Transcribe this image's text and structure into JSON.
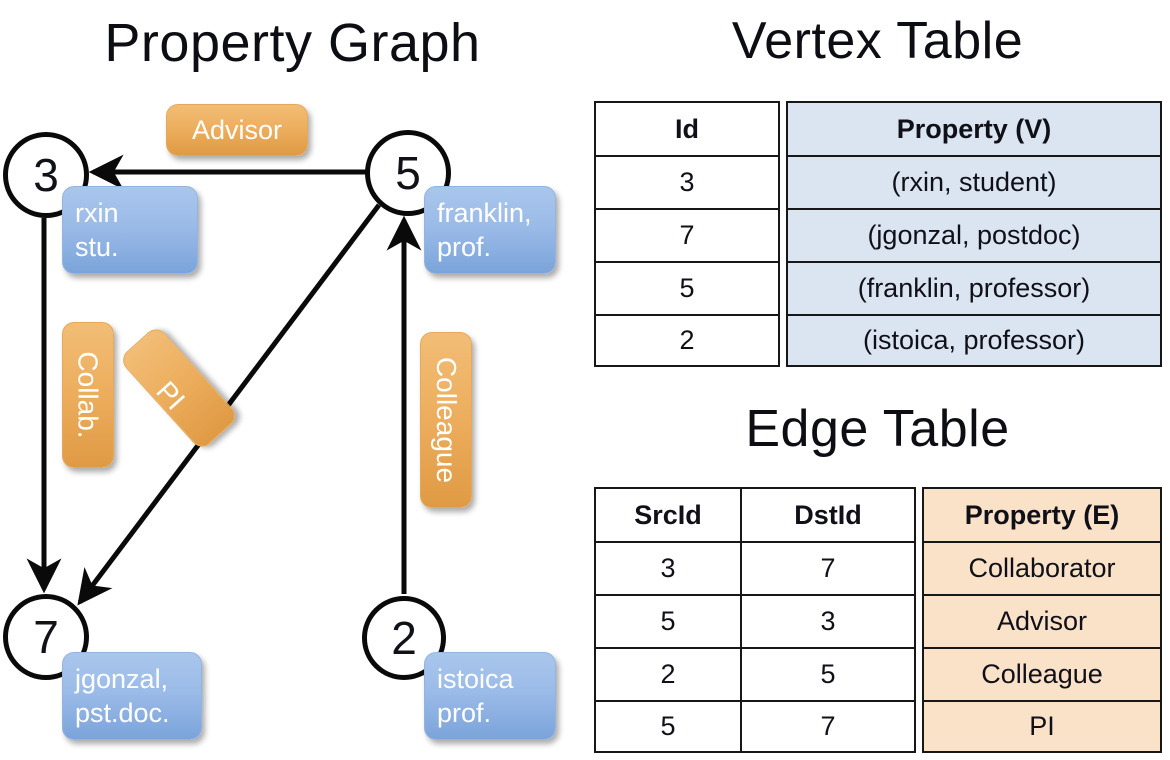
{
  "titles": {
    "property_graph": "Property Graph",
    "vertex_table": "Vertex Table",
    "edge_table": "Edge Table"
  },
  "colors": {
    "vertex_property_fill": "#dbe5f1",
    "edge_property_fill": "#fae2c8",
    "node_chip_blue": "#9bbbe8",
    "edge_chip_orange": "#edaf5f",
    "stroke": "#0a0a0a",
    "background": "#ffffff"
  },
  "graph": {
    "nodes": [
      {
        "id": "3",
        "property_chip": "rxin\nstu."
      },
      {
        "id": "5",
        "property_chip": "franklin,\nprof."
      },
      {
        "id": "7",
        "property_chip": "jgonzal,\npst.doc."
      },
      {
        "id": "2",
        "property_chip": "istoica\nprof."
      }
    ],
    "edge_labels": [
      {
        "name": "advisor",
        "text": "Advisor"
      },
      {
        "name": "collaborator",
        "text": "Collab."
      },
      {
        "name": "pi",
        "text": "PI"
      },
      {
        "name": "colleague",
        "text": "Colleague"
      }
    ],
    "edges": [
      {
        "src": "5",
        "dst": "3",
        "label": "Advisor"
      },
      {
        "src": "3",
        "dst": "7",
        "label": "Collab."
      },
      {
        "src": "5",
        "dst": "7",
        "label": "PI"
      },
      {
        "src": "2",
        "dst": "5",
        "label": "Colleague"
      }
    ]
  },
  "vertex_table": {
    "headers": [
      "Id",
      "Property (V)"
    ],
    "rows": [
      [
        "3",
        "(rxin, student)"
      ],
      [
        "7",
        "(jgonzal, postdoc)"
      ],
      [
        "5",
        "(franklin, professor)"
      ],
      [
        "2",
        "(istoica, professor)"
      ]
    ]
  },
  "edge_table": {
    "headers": [
      "SrcId",
      "DstId",
      "Property (E)"
    ],
    "rows": [
      [
        "3",
        "7",
        "Collaborator"
      ],
      [
        "5",
        "3",
        "Advisor"
      ],
      [
        "2",
        "5",
        "Colleague"
      ],
      [
        "5",
        "7",
        "PI"
      ]
    ]
  }
}
